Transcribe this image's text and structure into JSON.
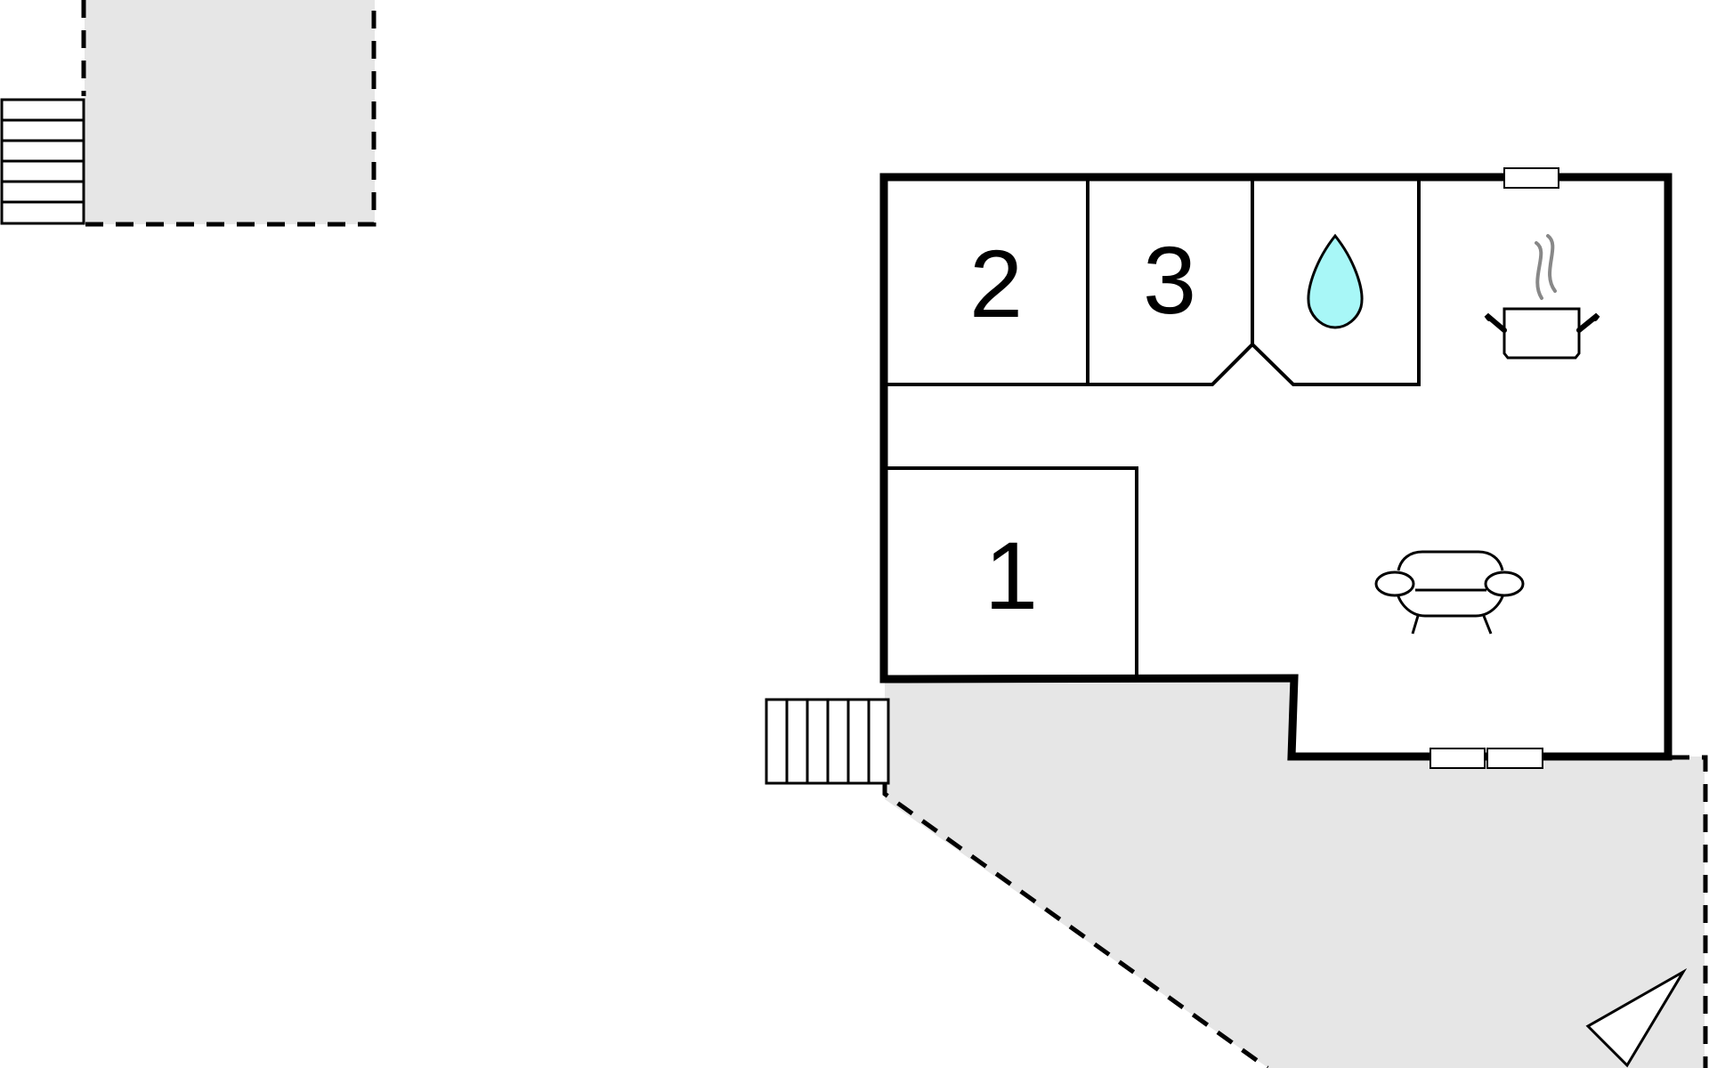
{
  "floorplan": {
    "rooms": [
      {
        "id": "bedroom-1",
        "label": "1"
      },
      {
        "id": "bedroom-2",
        "label": "2"
      },
      {
        "id": "bedroom-3",
        "label": "3"
      }
    ],
    "icons": {
      "bathroom": "water-drop-icon",
      "kitchen": "cooking-pot-icon",
      "living_room": "sofa-icon",
      "north": "north-arrow-icon",
      "stairs": "stairs-icon",
      "window": "window-icon"
    },
    "colors": {
      "wall": "#000000",
      "terrace_fill": "#e6e6e6",
      "water_drop": "#a8f7f7",
      "steam": "#888888"
    }
  }
}
